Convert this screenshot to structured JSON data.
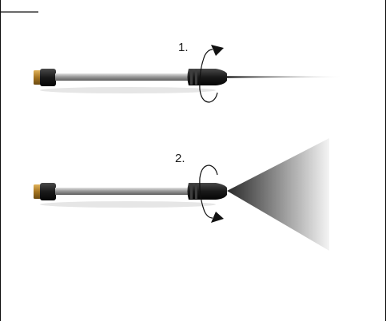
{
  "steps": [
    {
      "label": "1.",
      "rotation": "clockwise",
      "spray": "jet"
    },
    {
      "label": "2.",
      "rotation": "counter-clockwise",
      "spray": "fan"
    }
  ],
  "colors": {
    "line": "#111111",
    "shaft": "#a9a9a9",
    "nozzle": "#1c1c1c",
    "brass": "#b8862c",
    "spray_dark": "#3a3a3a"
  },
  "icons": [
    "rotation-arrow-icon"
  ]
}
